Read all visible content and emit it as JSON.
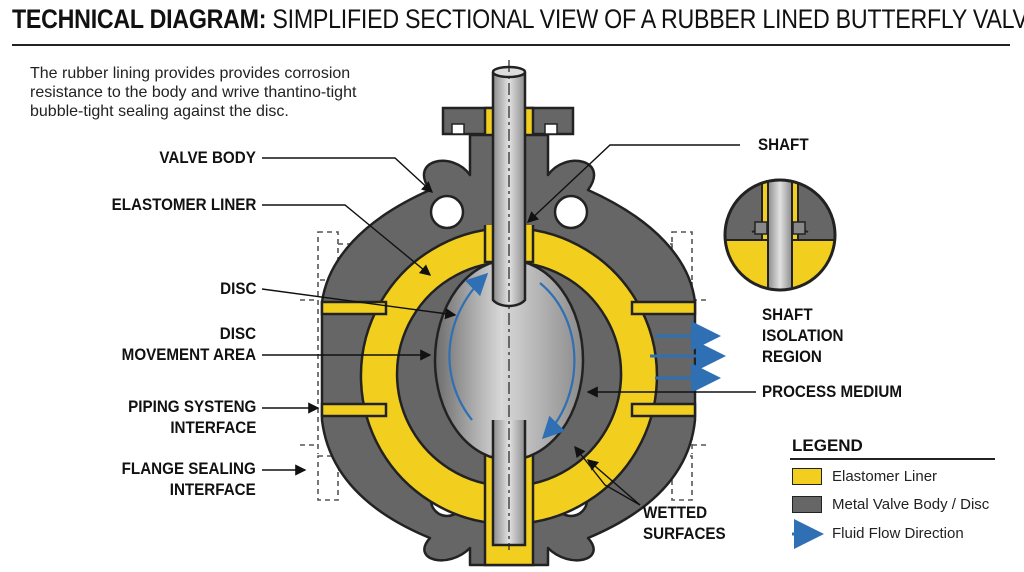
{
  "title": {
    "bold": "TECHNICAL DIAGRAM:",
    "rest": "SIMPLIFIED SECTIONAL VIEW OF A RUBBER LINED BUTTERFLY VALVE"
  },
  "intro_text": "The rubber lining provides provides corrosion resistance to the body and wrive thantino-tight bubble-tight sealing against the disc.",
  "labels": {
    "valve_body": "VALVE BODY",
    "elastomer_liner": "ELASTOMER LINER",
    "disc": "DISC",
    "disc_movement_area": "DISC\nMOVEMENT AREA",
    "piping_interface": "PIPING SYSTENG\nINTERFACE",
    "flange_sealing": "FLANGE SEALING\nINTERFACE",
    "shaft": "SHAFT",
    "shaft_isolation": "SHAFT\nISOLATION\nREGION",
    "process_medium": "PROCESS MEDIUM",
    "wetted_surfaces": "WETTED\nSURFACES"
  },
  "legend": {
    "title": "LEGEND",
    "items": [
      {
        "label": "Elastomer Liner",
        "color": "#f2cf1e",
        "icon": "yellow-swatch"
      },
      {
        "label": "Metal Valve Body / Disc",
        "color": "#666666",
        "icon": "gray-swatch"
      },
      {
        "label": "Fluid Flow Direction",
        "color": "#2f6fb3",
        "icon": "blue-arrow"
      }
    ]
  },
  "colors": {
    "liner": "#f2cf1e",
    "metal": "#666666",
    "flow": "#2f6fb3",
    "outline": "#222222"
  }
}
